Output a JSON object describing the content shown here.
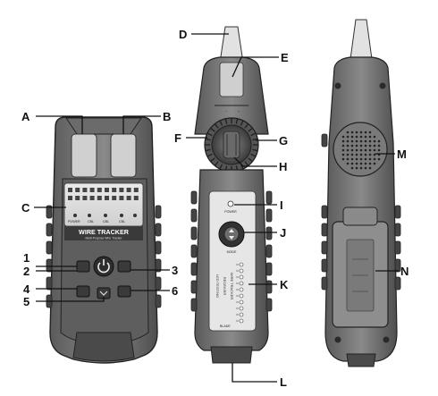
{
  "labels": {
    "A": "A",
    "B": "B",
    "C": "C",
    "D": "D",
    "E": "E",
    "F": "F",
    "G": "G",
    "H": "H",
    "I": "I",
    "J": "J",
    "K": "K",
    "L": "L",
    "M": "M",
    "N": "N",
    "n1": "1",
    "n2": "2",
    "n3": "3",
    "n4": "4",
    "n5": "5",
    "n6": "6"
  },
  "transmitter": {
    "brand": "WIRE TRACKER",
    "subtitle": "Multi-Purpose Wire Tracker",
    "status_labels": [
      "POWER",
      "CBL",
      "CBL",
      "CBL"
    ]
  },
  "receiver": {
    "power_text": "POWER",
    "mode_text": "MODE",
    "side_text_1": "WIRE TRACKER",
    "side_text_2": "RECEIVER",
    "side_text_3": "LED TESTING",
    "bottom_text": "BLADE"
  }
}
